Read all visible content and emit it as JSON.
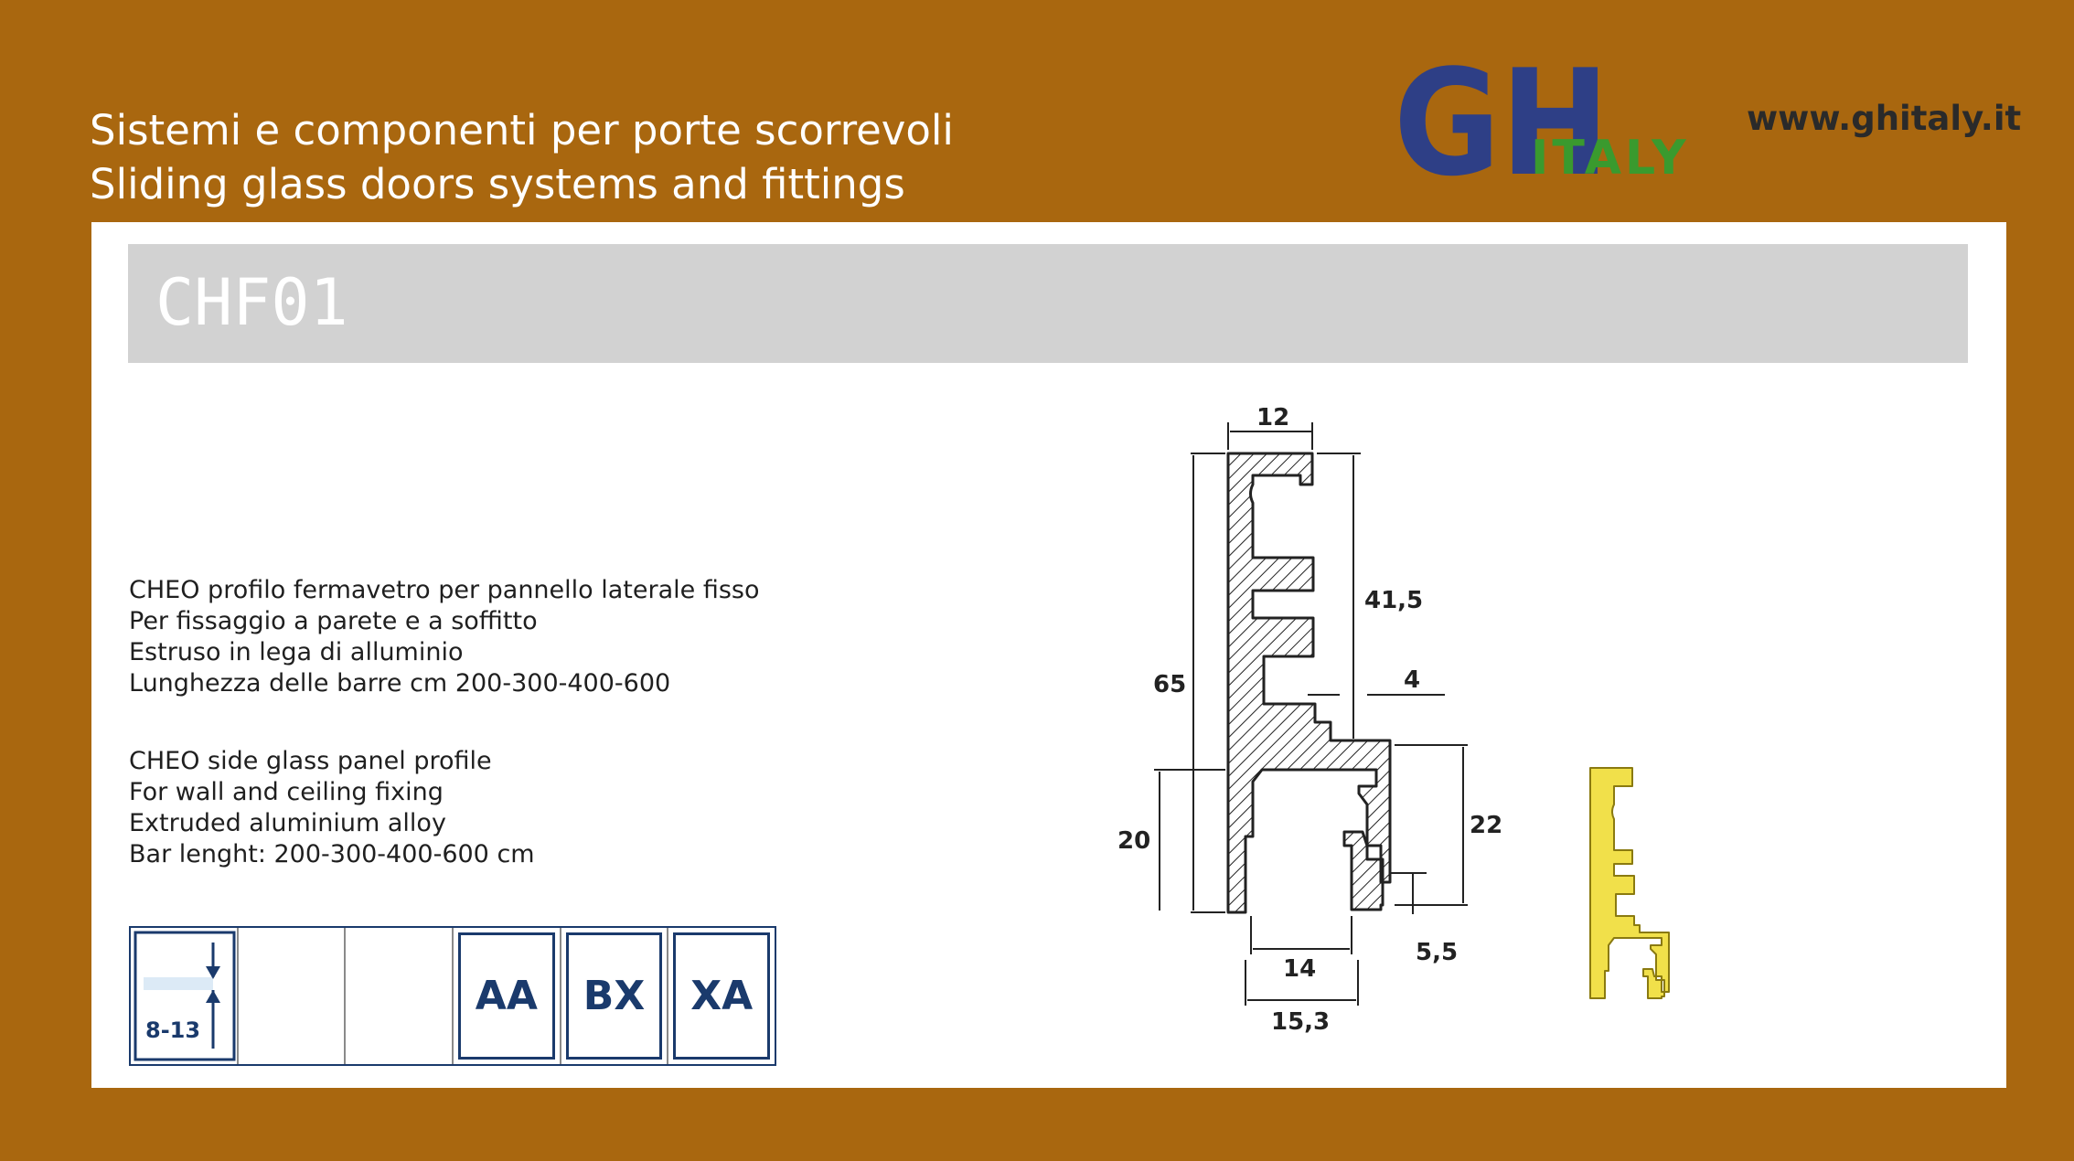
{
  "header": {
    "line1": "Sistemi e componenti per porte scorrevoli",
    "line2": "Sliding glass doors systems and fittings",
    "logo_main": "GH",
    "logo_sub": "ITALY",
    "website": "www.ghitaly.it"
  },
  "product": {
    "code": "CHF01",
    "description_it": [
      "CHEO profilo fermavetro per pannello laterale fisso",
      "Per fissaggio a parete e a soffitto",
      "Estruso in lega di alluminio",
      "Lunghezza delle barre cm 200-300-400-600"
    ],
    "description_en": [
      "CHEO side glass panel profile",
      "For wall and ceiling fixing",
      "Extruded aluminium alloy",
      "Bar lenght: 200-300-400-600 cm"
    ]
  },
  "specs": {
    "glass_thickness": "8-13",
    "finishes": [
      "AA",
      "BX",
      "XA"
    ]
  },
  "dimensions": {
    "d12": "12",
    "d41_5": "41,5",
    "d65": "65",
    "d4": "4",
    "d22": "22",
    "d20": "20",
    "d14": "14",
    "d15_3": "15,3",
    "d5_5": "5,5"
  },
  "colors": {
    "background": "#a9670f",
    "title_bar": "#d2d2d2",
    "icon_blue": "#1a3a6c",
    "logo_blue": "#2e3f86",
    "logo_green": "#3a9a2e",
    "profile_yellow": "#f1e04a"
  }
}
